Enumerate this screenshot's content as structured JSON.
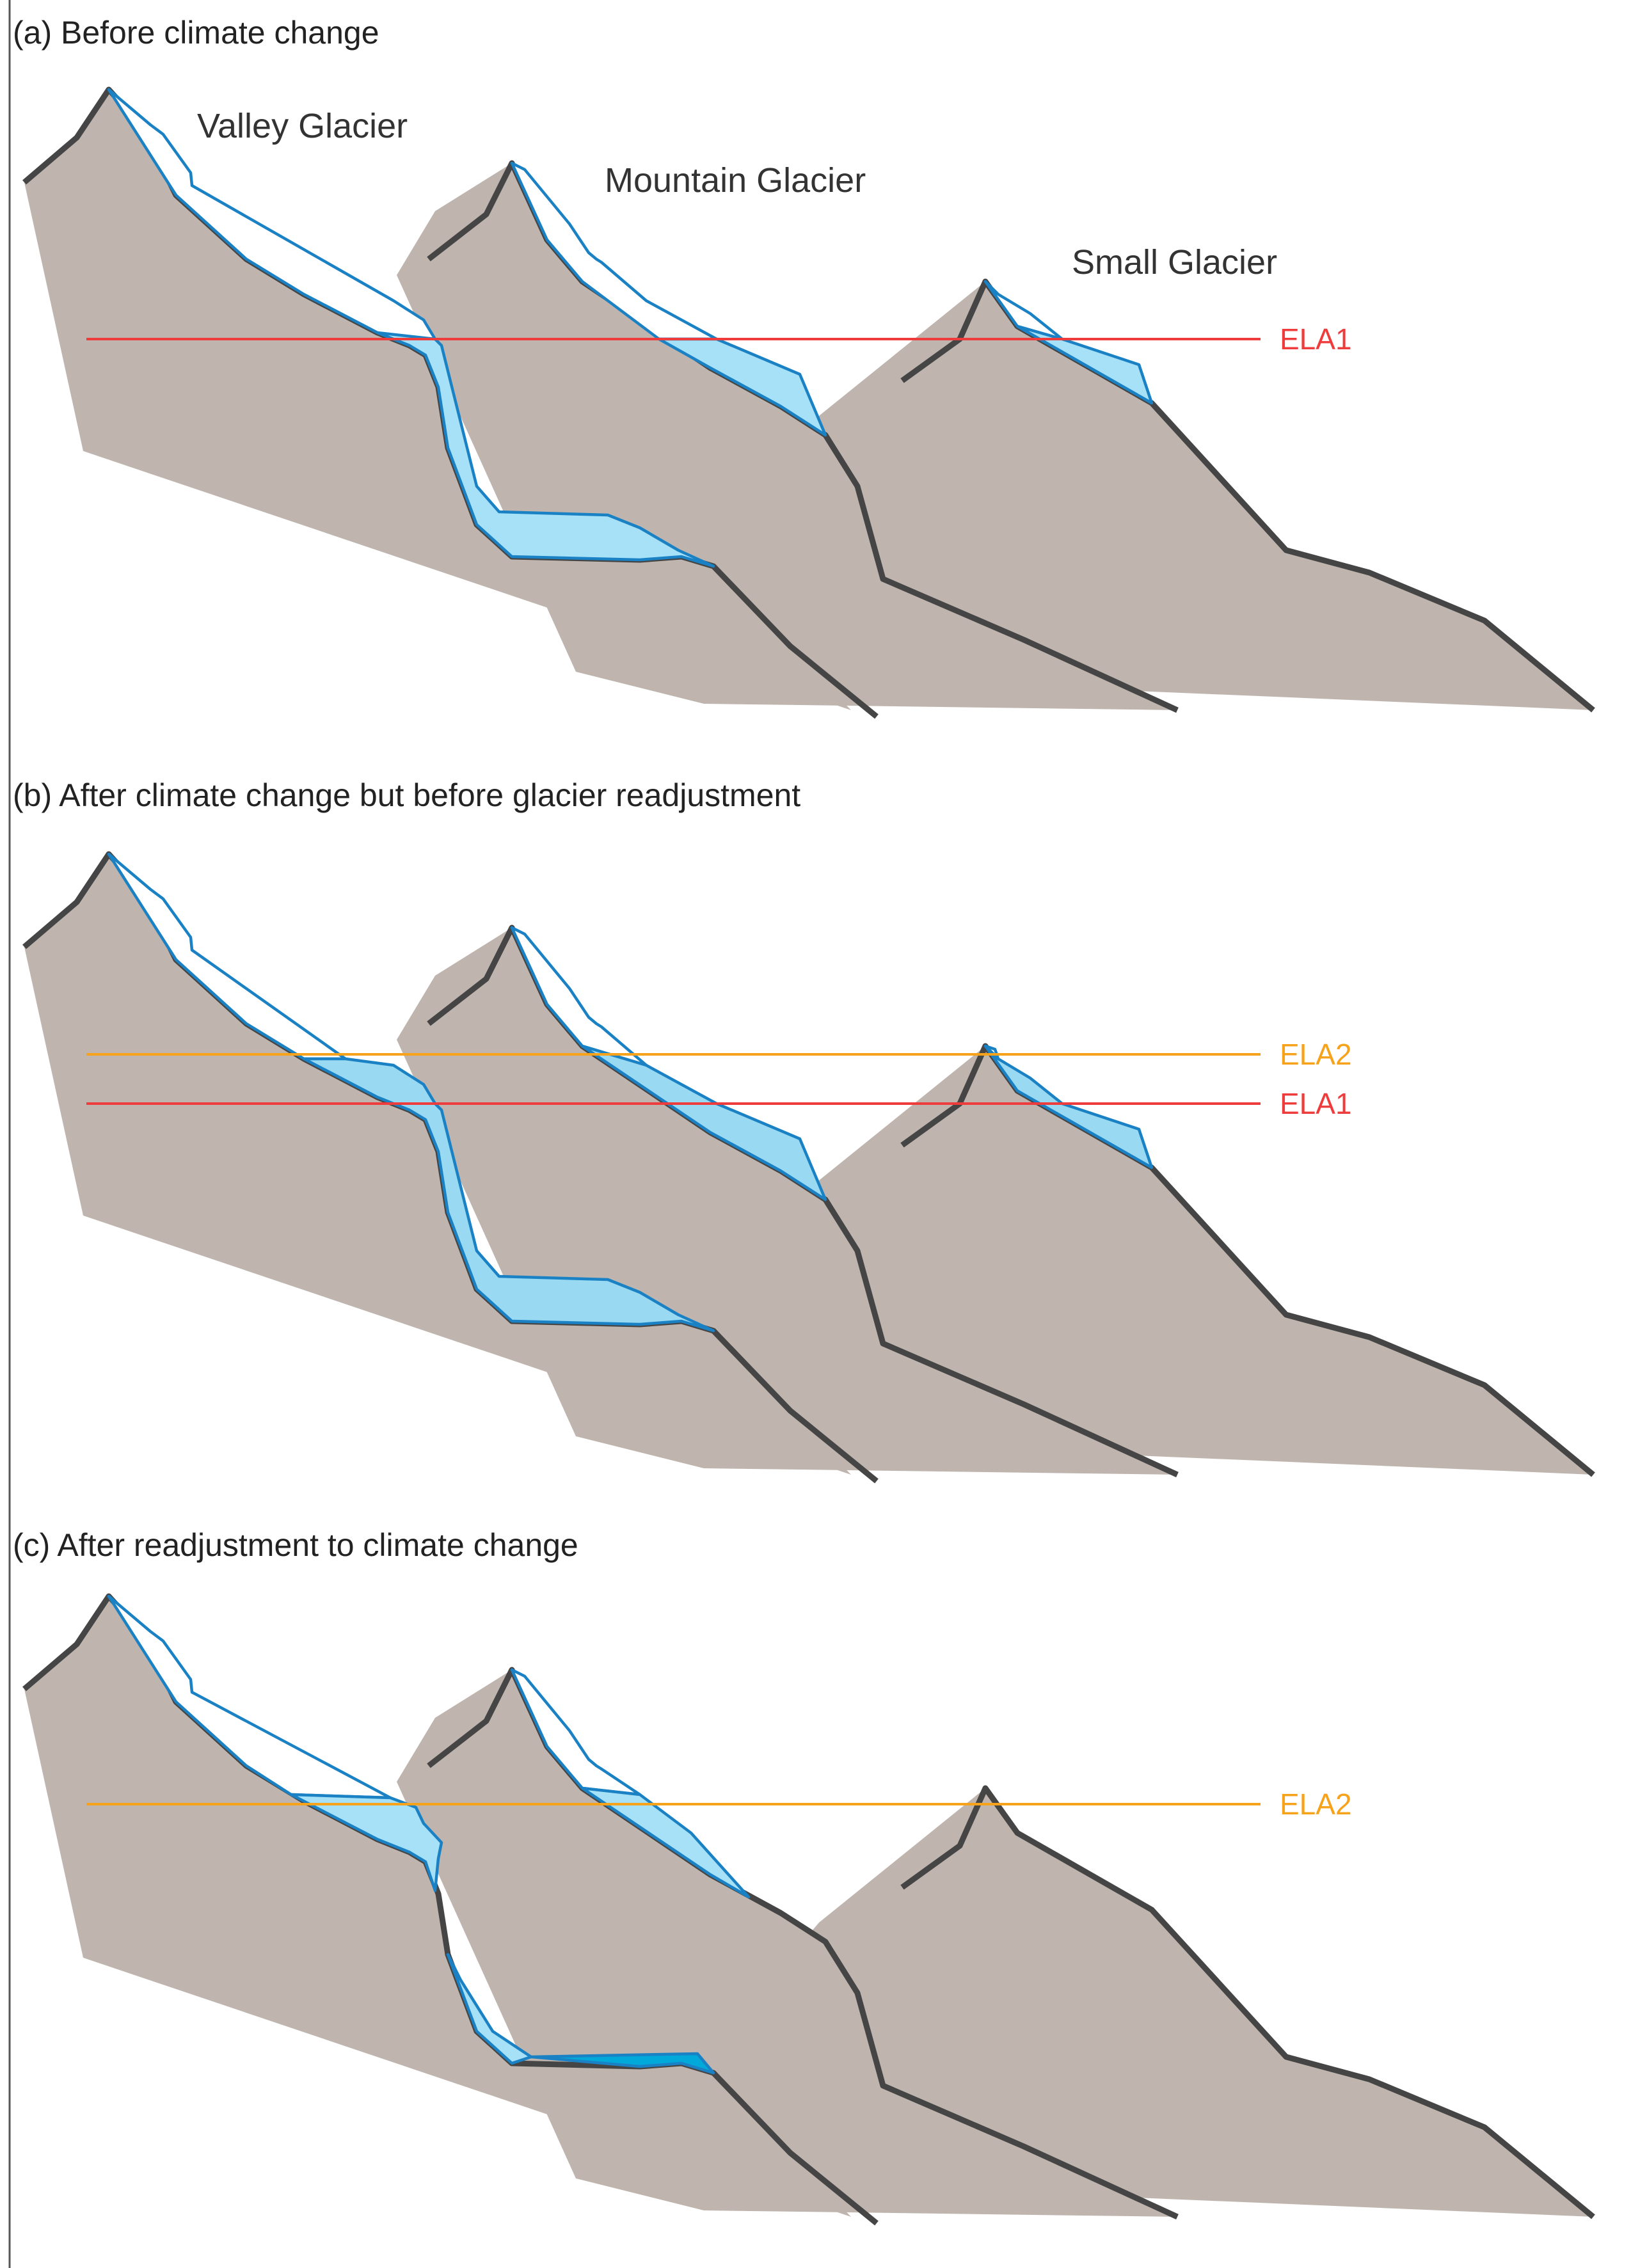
{
  "panels": [
    {
      "id": "a",
      "heading": "(a) Before climate change",
      "glacier_labels": [
        "Valley Glacier",
        "Mountain Glacier",
        "Small Glacier"
      ],
      "ela_lines": [
        {
          "label": "ELA1",
          "color": "#ee3b3b"
        }
      ]
    },
    {
      "id": "b",
      "heading": "(b) After climate change but before glacier readjustment",
      "ela_lines": [
        {
          "label": "ELA2",
          "color": "#f7a21b"
        },
        {
          "label": "ELA1",
          "color": "#ee3b3b"
        }
      ]
    },
    {
      "id": "c",
      "heading": "(c) After readjustment to climate change",
      "ela_lines": [
        {
          "label": "ELA2",
          "color": "#f7a21b"
        }
      ]
    }
  ],
  "colors": {
    "mountain": "#bfb5ae",
    "ridge": "#454545",
    "ice_outline": "#1a82c4",
    "ablation_ice": "#a7e1f7",
    "ablation_ice_deep": "#00a9d9",
    "accumulation_ice": "#ffffff"
  }
}
